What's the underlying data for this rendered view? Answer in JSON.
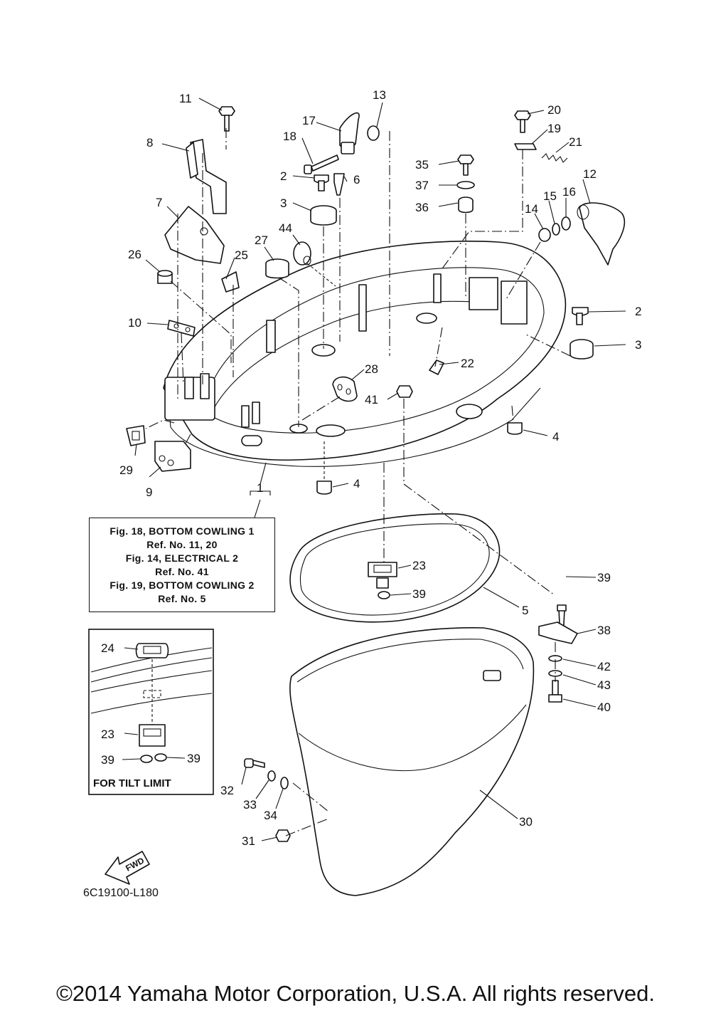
{
  "callouts": [
    "1",
    "2",
    "2",
    "3",
    "3",
    "4",
    "4",
    "5",
    "6",
    "7",
    "8",
    "9",
    "10",
    "11",
    "12",
    "13",
    "14",
    "15",
    "16",
    "17",
    "18",
    "19",
    "20",
    "21",
    "22",
    "23",
    "23",
    "24",
    "25",
    "26",
    "27",
    "28",
    "29",
    "30",
    "31",
    "32",
    "33",
    "34",
    "35",
    "36",
    "37",
    "38",
    "39",
    "39",
    "39",
    "39",
    "40",
    "41",
    "42",
    "43",
    "44"
  ],
  "reference_box": {
    "lines": [
      "Fig. 18, BOTTOM COWLING 1",
      "Ref. No. 11, 20",
      "Fig. 14, ELECTRICAL 2",
      "Ref. No. 41",
      "Fig. 19, BOTTOM COWLING 2",
      "Ref. No. 5"
    ]
  },
  "inset": {
    "label": "FOR TILT LIMIT"
  },
  "fwd_arrow": {
    "label": "FWD"
  },
  "diagram_code": "6C19100-L180",
  "copyright": "©2014 Yamaha Motor Corporation, U.S.A. All rights reserved."
}
